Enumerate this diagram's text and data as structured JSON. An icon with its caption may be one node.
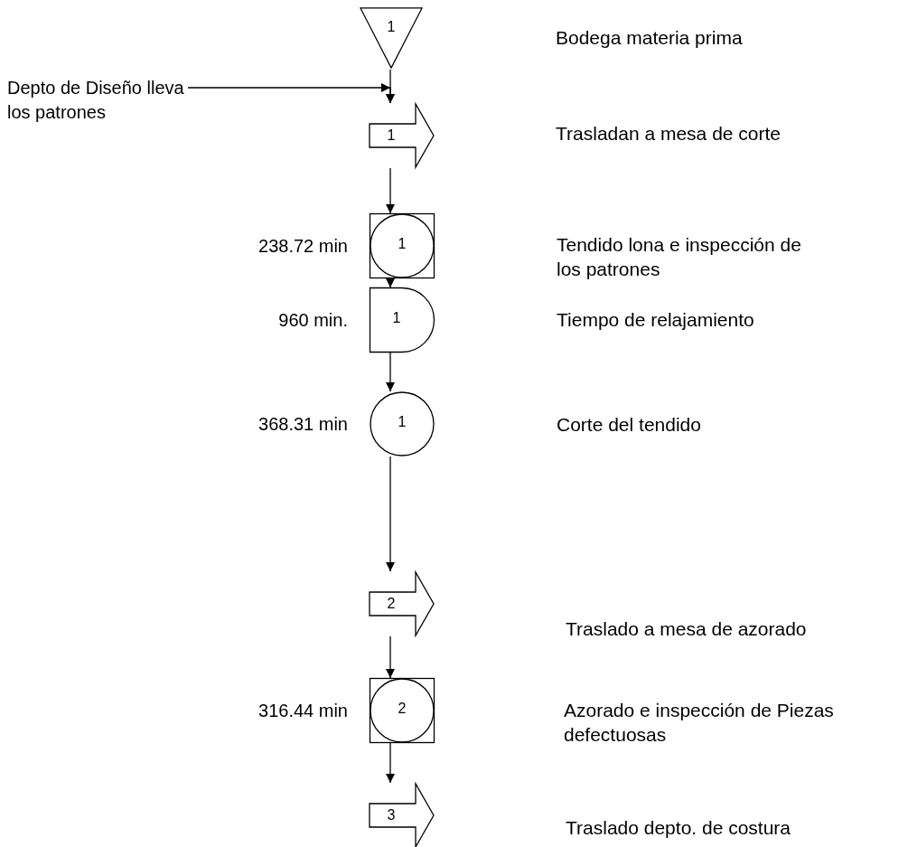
{
  "diagram": {
    "nodes": [
      {
        "text": [
          "1"
        ]
      },
      {
        "text": [
          "Depto de Diseño lleva los patrones"
        ]
      },
      {
        "text": [
          "1"
        ]
      },
      {
        "text": [
          "1"
        ],
        "beside": [
          "238.72 min"
        ]
      },
      {
        "text": [
          "1"
        ],
        "beside": [
          "960 min."
        ]
      },
      {
        "text": [
          "1"
        ],
        "beside": [
          "368.31 min"
        ]
      },
      {
        "text": [
          "2"
        ]
      },
      {
        "text": [
          "2"
        ],
        "beside": [
          "316.44 min"
        ]
      },
      {
        "text": [
          "3"
        ]
      }
    ],
    "edges": [
      {
        "from": 0,
        "to": 2,
        "arrow": "to"
      },
      {
        "from": 1,
        "to": 2,
        "arrow": "to"
      },
      {
        "from": 2,
        "to": 3,
        "arrow": "to"
      },
      {
        "from": 3,
        "to": 4,
        "arrow": "to"
      },
      {
        "from": 4,
        "to": 5,
        "arrow": "to"
      },
      {
        "from": 5,
        "to": 6,
        "arrow": "to"
      },
      {
        "from": 6,
        "to": 7,
        "arrow": "to"
      },
      {
        "from": 7,
        "to": 8,
        "arrow": "to"
      }
    ],
    "labels": [
      "Bodega materia prima",
      "Trasladan a mesa de corte",
      "Tendido lona e inspección de los patrones",
      "Tiempo de relajamiento",
      "Corte del tendido",
      "Traslado a mesa de azorado",
      "Azorado e inspección de Piezas defectuosas",
      "Traslado depto. de costura"
    ]
  }
}
